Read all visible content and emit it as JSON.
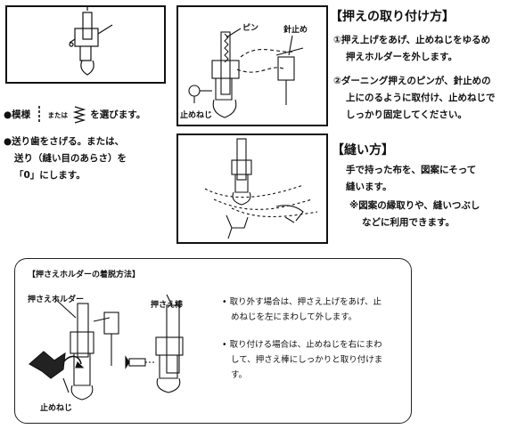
{
  "step1": {
    "pattern_prefix": "●模様",
    "pattern_or": "または",
    "pattern_suffix": "を選びます。"
  },
  "step2": {
    "lines": [
      "●送り歯をさげる。または、",
      "送り（縫い目のあらさ）を",
      "「0」にします。"
    ]
  },
  "illustration_attach": {
    "pin_label": "ピン",
    "stopper_label": "針止め",
    "screw_label": "止めねじ"
  },
  "attach_section": {
    "title": "【押えの取り付け方】",
    "item1": [
      "①押え上げをあげ、止めねじをゆるめ",
      "押えホルダーを外します。"
    ],
    "item2": [
      "②ダーニング押えのピンが、針止めの",
      "上にのるように取付け、止めねじで",
      "しっかり固定してください。"
    ]
  },
  "sewing_section": {
    "title": "【縫い方】",
    "lines": [
      "手で持った布を、図案にそって",
      "縫います。"
    ],
    "note": [
      "※図案の縁取りや、縫いつぶし",
      "などに利用できます。"
    ]
  },
  "holder_panel": {
    "title": "【押さえホルダーの着脱方法】",
    "holder_label": "押さえホルダー",
    "bar_label": "押さえ棒",
    "screw_label": "止めねじ",
    "remove_text": [
      "• 取り外す場合は、押さえ上げをあげ、止",
      "めねじを左にまわして外します。"
    ],
    "install_text": [
      "• 取り付ける場合は、止めねじを右にまわ",
      "して、押さえ棒にしっかりと取り付けま",
      "す。"
    ]
  }
}
